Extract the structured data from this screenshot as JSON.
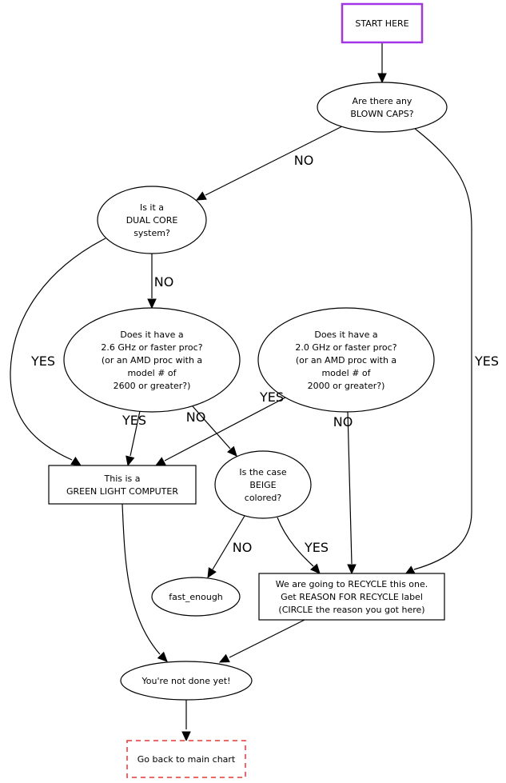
{
  "diagram": {
    "title": "Computer recycle decision flowchart",
    "colors": {
      "start_border": "#a335e8",
      "end_border": "#ee3333",
      "default_stroke": "#000000",
      "background": "#ffffff"
    },
    "nodes": [
      {
        "id": "start",
        "shape": "box",
        "style": "solid-purple",
        "lines": [
          "START HERE"
        ]
      },
      {
        "id": "blown_caps",
        "shape": "ellipse",
        "lines": [
          "Are there any",
          "BLOWN CAPS?"
        ]
      },
      {
        "id": "dual_core",
        "shape": "ellipse",
        "lines": [
          "Is it a",
          "DUAL CORE",
          "system?"
        ]
      },
      {
        "id": "ghz26",
        "shape": "ellipse",
        "lines": [
          "Does it have a",
          "2.6 GHz or faster proc?",
          "(or an AMD proc with a",
          "model # of",
          "2600 or greater?)"
        ]
      },
      {
        "id": "ghz20",
        "shape": "ellipse",
        "lines": [
          "Does it have a",
          "2.0 GHz or faster proc?",
          "(or an AMD proc with a",
          "model # of",
          "2000 or greater?)"
        ]
      },
      {
        "id": "green_light",
        "shape": "box",
        "style": "solid",
        "lines": [
          "This is a",
          "GREEN LIGHT COMPUTER"
        ]
      },
      {
        "id": "beige",
        "shape": "ellipse",
        "lines": [
          "Is the case",
          "BEIGE",
          "colored?"
        ]
      },
      {
        "id": "fast_enough",
        "shape": "ellipse",
        "lines": [
          "fast_enough"
        ]
      },
      {
        "id": "recycle",
        "shape": "box",
        "style": "solid",
        "lines": [
          "We are going to RECYCLE this one.",
          "Get REASON FOR RECYCLE label",
          "(CIRCLE the reason you got here)"
        ]
      },
      {
        "id": "not_done",
        "shape": "ellipse",
        "lines": [
          "You're not done yet!"
        ]
      },
      {
        "id": "go_back",
        "shape": "box",
        "style": "dashed-red",
        "lines": [
          "Go back to main chart"
        ]
      }
    ],
    "edges": [
      {
        "from": "start",
        "to": "blown_caps",
        "label": ""
      },
      {
        "from": "blown_caps",
        "to": "dual_core",
        "label": "NO"
      },
      {
        "from": "blown_caps",
        "to": "recycle",
        "label": "YES"
      },
      {
        "from": "dual_core",
        "to": "ghz26",
        "label": "NO"
      },
      {
        "from": "dual_core",
        "to": "green_light",
        "label": "YES"
      },
      {
        "from": "ghz26",
        "to": "green_light",
        "label": "YES"
      },
      {
        "from": "ghz26",
        "to": "beige",
        "label": "NO"
      },
      {
        "from": "ghz20",
        "to": "green_light",
        "label": "YES"
      },
      {
        "from": "ghz20",
        "to": "recycle",
        "label": "NO"
      },
      {
        "from": "beige",
        "to": "fast_enough",
        "label": "NO"
      },
      {
        "from": "beige",
        "to": "recycle",
        "label": "YES"
      },
      {
        "from": "green_light",
        "to": "not_done",
        "label": ""
      },
      {
        "from": "recycle",
        "to": "not_done",
        "label": ""
      },
      {
        "from": "not_done",
        "to": "go_back",
        "label": ""
      }
    ]
  }
}
